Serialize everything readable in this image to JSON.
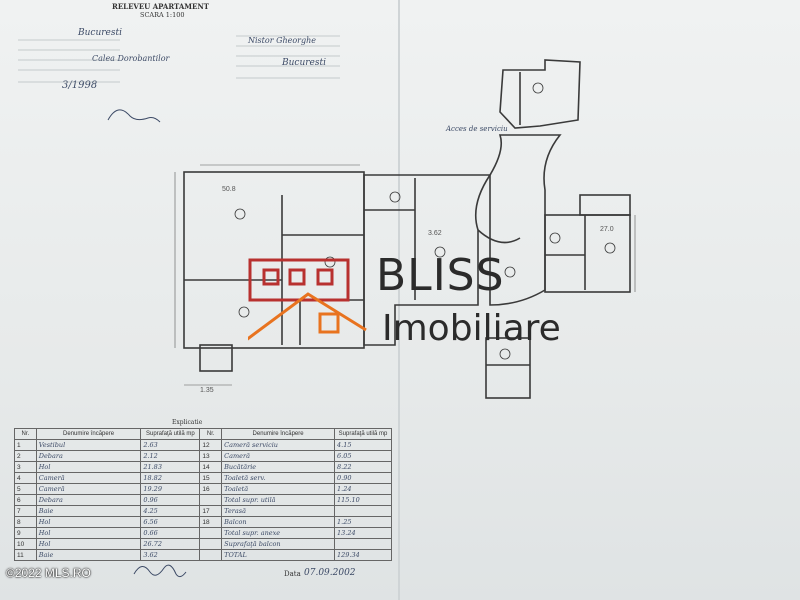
{
  "header": {
    "title": "RELEVEU APARTAMENT",
    "scale": "SCARA 1:100"
  },
  "header_handwritten": {
    "locality": "Bucuresti",
    "street": "Calea Dorobantilor",
    "owner": "Nistor Gheorghe",
    "date_code": "3/1998"
  },
  "table": {
    "heading": "Explicatie",
    "columns": [
      "Nr.",
      "Denumire încăpere",
      "Suprafaţă utilă mp",
      "Nr.",
      "Denumire încăpere",
      "Suprafaţă utilă mp"
    ],
    "left_rows": [
      {
        "nr": "1",
        "name": "Vestibul",
        "area": "2.63"
      },
      {
        "nr": "2",
        "name": "Debara",
        "area": "2.12"
      },
      {
        "nr": "3",
        "name": "Hol",
        "area": "21.83"
      },
      {
        "nr": "4",
        "name": "Cameră",
        "area": "18.82"
      },
      {
        "nr": "5",
        "name": "Cameră",
        "area": "19.29"
      },
      {
        "nr": "6",
        "name": "Debara",
        "area": "0.96"
      },
      {
        "nr": "7",
        "name": "Baie",
        "area": "4.25"
      },
      {
        "nr": "8",
        "name": "Hol",
        "area": "6.56"
      },
      {
        "nr": "9",
        "name": "Hol",
        "area": "0.66"
      },
      {
        "nr": "10",
        "name": "Hol",
        "area": "26.72"
      },
      {
        "nr": "11",
        "name": "Baie",
        "area": "3.62"
      }
    ],
    "right_rows": [
      {
        "nr": "12",
        "name": "Cameră serviciu",
        "area": "4.15"
      },
      {
        "nr": "13",
        "name": "Cameră",
        "area": "6.05"
      },
      {
        "nr": "14",
        "name": "Bucătărie",
        "area": "8.22"
      },
      {
        "nr": "15",
        "name": "Toaletă serv.",
        "area": "0.90"
      },
      {
        "nr": "16",
        "name": "Toaletă",
        "area": "1.24"
      },
      {
        "nr": "",
        "name": "Total supr. utilă",
        "area": "115.10"
      },
      {
        "nr": "17",
        "name": "Terasă",
        "area": ""
      },
      {
        "nr": "18",
        "name": "Balcon",
        "area": "1.25"
      },
      {
        "nr": "",
        "name": "Total supr. anexe",
        "area": "13.24"
      },
      {
        "nr": "",
        "name": "Suprafaţă balcon",
        "area": ""
      },
      {
        "nr": "",
        "name": "TOTAL",
        "area": "129.34"
      }
    ]
  },
  "footer": {
    "date_label": "Data",
    "date_value": "07.09.2002"
  },
  "watermark": {
    "line1": "BLISS",
    "line2": "Imobiliare",
    "accent_red": "#b8312f",
    "accent_orange": "#e8731f"
  },
  "copyright": "©2022 MLS.RO",
  "plan_labels": {
    "dim_top": "50.8",
    "dim_right": "27.0",
    "dim_mid": "3.62",
    "dim_bottom": "1.35",
    "service": "Acces de serviciu"
  }
}
